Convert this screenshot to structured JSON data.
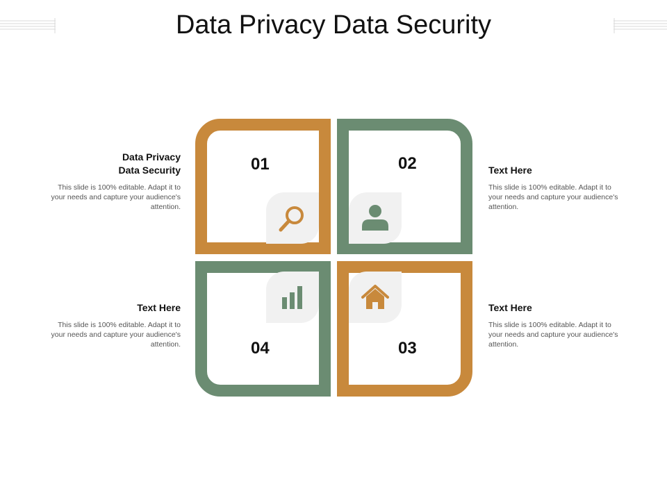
{
  "slide": {
    "title": "Data Privacy Data Security"
  },
  "colors": {
    "orange": "#c8893c",
    "green": "#6b8c72",
    "icon_bg": "#f1f1f1"
  },
  "tiles": [
    {
      "number": "01",
      "icon": "magnifier-icon",
      "color": "orange"
    },
    {
      "number": "02",
      "icon": "user-icon",
      "color": "green"
    },
    {
      "number": "03",
      "icon": "home-icon",
      "color": "orange"
    },
    {
      "number": "04",
      "icon": "bar-chart-icon",
      "color": "green"
    }
  ],
  "text_blocks": [
    {
      "heading": "Data Privacy\nData Security",
      "body": "This slide is 100% editable. Adapt it to your needs and capture your audience's attention."
    },
    {
      "heading": "Text Here",
      "body": "This slide is 100% editable. Adapt it to your needs and capture your audience's attention."
    },
    {
      "heading": "Text Here",
      "body": "This slide is 100% editable. Adapt it to your needs and capture your audience's attention."
    },
    {
      "heading": "Text Here",
      "body": "This slide is 100% editable. Adapt it to your needs and capture your audience's attention."
    }
  ]
}
